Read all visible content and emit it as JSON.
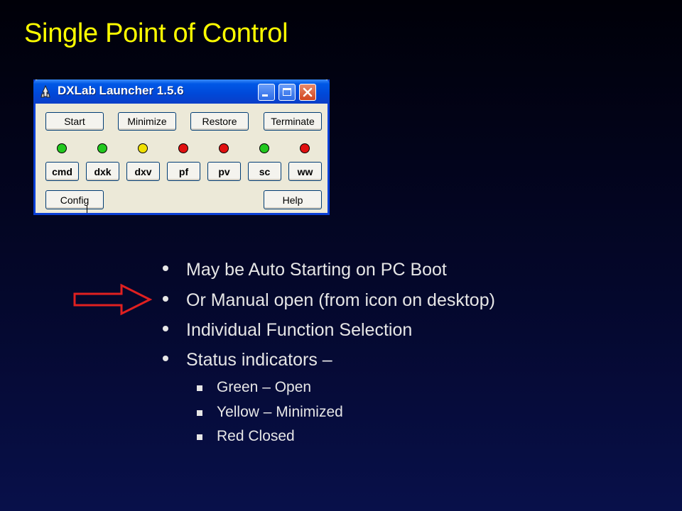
{
  "slide": {
    "title": "Single Point of Control"
  },
  "launcher": {
    "window_title": "DXLab Launcher 1.5.6",
    "top_buttons": [
      "Start",
      "Minimize",
      "Restore",
      "Terminate"
    ],
    "apps": [
      {
        "label": "cmd",
        "status": "green"
      },
      {
        "label": "dxk",
        "status": "green"
      },
      {
        "label": "dxv",
        "status": "yellow"
      },
      {
        "label": "pf",
        "status": "red"
      },
      {
        "label": "pv",
        "status": "red"
      },
      {
        "label": "sc",
        "status": "green"
      },
      {
        "label": "ww",
        "status": "red"
      }
    ],
    "config_label": "Config",
    "help_label": "Help",
    "status_colors": {
      "green": "#22c81e",
      "yellow": "#f0e000",
      "red": "#e01010"
    }
  },
  "bullets": [
    "May be Auto Starting on PC Boot",
    "Or Manual open (from icon on desktop)",
    "Individual Function Selection",
    "Status indicators –"
  ],
  "sub_bullets": [
    "Green – Open",
    "Yellow – Minimized",
    "Red Closed"
  ],
  "colors": {
    "title": "#ffff00",
    "arrow": "#e02020",
    "text": "#e6e6e6"
  }
}
